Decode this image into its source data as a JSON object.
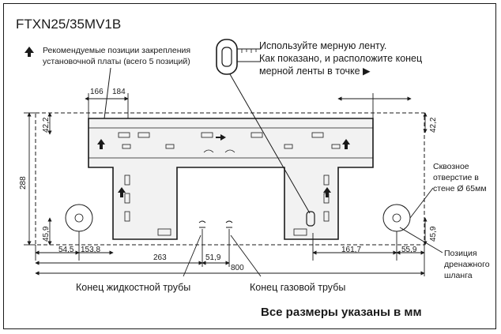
{
  "model": "FTXN25/35MV1B",
  "legend": {
    "arrow_icon": "up-arrow-icon",
    "line1": "Рекомендуемые позиции закрепления",
    "line2": "установочной платы (всего 5 позиций)"
  },
  "tape_note": {
    "icon": "tape-measure-icon",
    "line1": "Используйте мерную ленту.",
    "line2": "Как показано, и расположите конец",
    "line3": "мерной ленты в точке ▶"
  },
  "dimensions": {
    "d166": "166",
    "d184": "184",
    "d42_2_left": "42,2",
    "d42_2_right": "42,2",
    "d288": "288",
    "d45_9_left": "45,9",
    "d45_9_right": "45,9",
    "d54_5": "54,5",
    "d153_8": "153,8",
    "d263": "263",
    "d51_9": "51,9",
    "d800": "800",
    "d161_7": "161,7",
    "d55_9": "55,9"
  },
  "callouts": {
    "hole_line1": "Сквозное",
    "hole_line2": "отверстие в",
    "hole_line3": "стене Ø 65мм",
    "drain_line1": "Позиция",
    "drain_line2": "дренажного",
    "drain_line3": "шланга",
    "liquid_pipe": "Конец жидкостной трубы",
    "gas_pipe": "Конец газовой трубы"
  },
  "footer": "Все размеры указаны в мм",
  "colors": {
    "ink": "#1a1a1a",
    "plate": "#f2f2f2"
  }
}
